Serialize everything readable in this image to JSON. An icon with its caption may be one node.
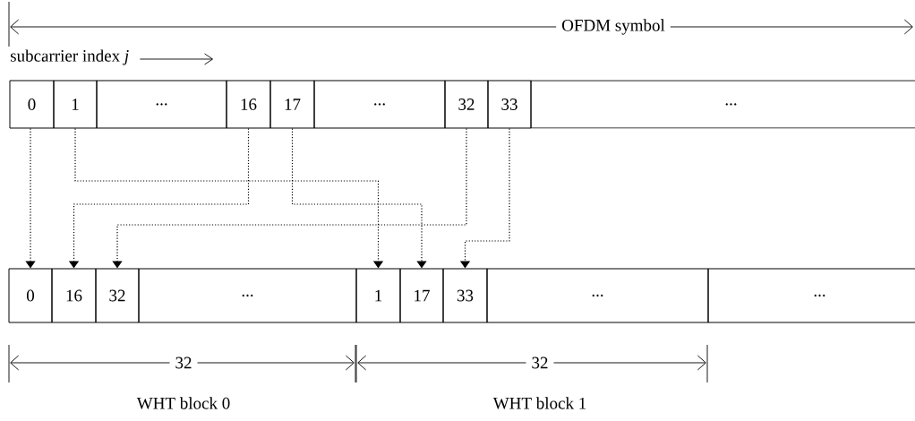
{
  "diagram": {
    "nodes": [
      {
        "text": [
          "0"
        ]
      },
      {
        "text": [
          "1"
        ]
      },
      {
        "text": [
          "..."
        ]
      },
      {
        "text": [
          "16"
        ]
      },
      {
        "text": [
          "17"
        ]
      },
      {
        "text": [
          "..."
        ]
      },
      {
        "text": [
          "32"
        ]
      },
      {
        "text": [
          "33"
        ]
      },
      {
        "text": [
          "..."
        ]
      },
      {
        "text": [
          "0"
        ]
      },
      {
        "text": [
          "16"
        ]
      },
      {
        "text": [
          "32"
        ]
      },
      {
        "text": [
          "..."
        ]
      },
      {
        "text": [
          "1"
        ]
      },
      {
        "text": [
          "17"
        ]
      },
      {
        "text": [
          "33"
        ]
      },
      {
        "text": [
          "..."
        ]
      },
      {
        "text": [
          "..."
        ]
      }
    ],
    "edges": [
      {
        "from": 0,
        "to": 9,
        "arrow": "to"
      },
      {
        "from": 1,
        "to": 13,
        "arrow": "to"
      },
      {
        "from": 3,
        "to": 10,
        "arrow": "to"
      },
      {
        "from": 4,
        "to": 14,
        "arrow": "to"
      },
      {
        "from": 6,
        "to": 11,
        "arrow": "to"
      },
      {
        "from": 7,
        "to": 15,
        "arrow": "to"
      }
    ],
    "labels": [
      "OFDM symbol",
      "subcarrier index *j*",
      "32",
      "32",
      "WHT block 0",
      "WHT block 1"
    ]
  }
}
